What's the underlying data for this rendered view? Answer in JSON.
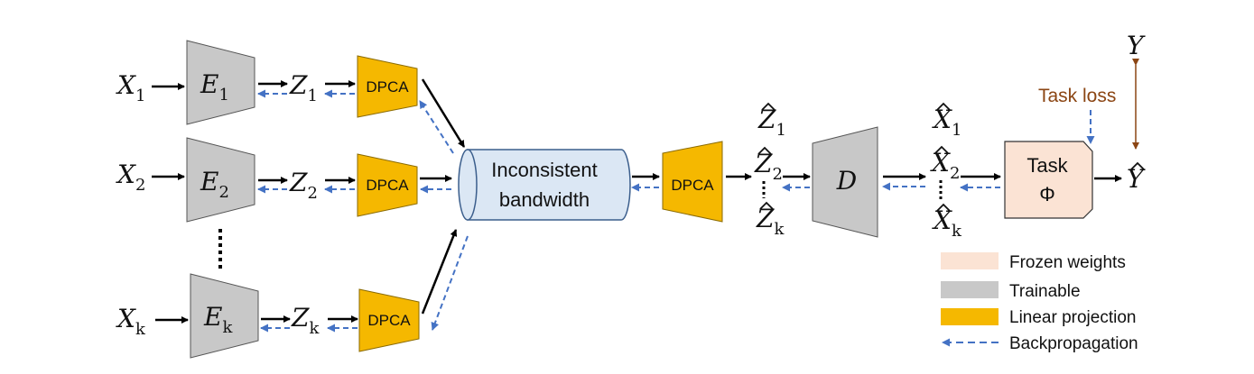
{
  "colors": {
    "encoder_fill": "#c8c8c8",
    "dpca_fill": "#f5b800",
    "channel_fill": "#dbe7f4",
    "channel_stroke": "#3b5e8c",
    "task_fill": "#fbe3d4",
    "backprop": "#4472c4",
    "taskloss": "#8b4513"
  },
  "inputs": [
    {
      "var": "X",
      "sub": "1"
    },
    {
      "var": "X",
      "sub": "2"
    },
    {
      "var": "X",
      "sub": "k"
    }
  ],
  "encoders": [
    {
      "var": "E",
      "sub": "1"
    },
    {
      "var": "E",
      "sub": "2"
    },
    {
      "var": "E",
      "sub": "k"
    }
  ],
  "latents": [
    {
      "var": "Z",
      "sub": "1"
    },
    {
      "var": "Z",
      "sub": "2"
    },
    {
      "var": "Z",
      "sub": "k"
    }
  ],
  "dpca_label": "DPCA",
  "channel": {
    "line1": "Inconsistent",
    "line2": "bandwidth"
  },
  "recovered_latents": [
    {
      "var": "Z",
      "sub": "1"
    },
    {
      "var": "Z",
      "sub": "2"
    },
    {
      "var": "Z",
      "sub": "k"
    }
  ],
  "decoder": {
    "var": "D"
  },
  "reconstructions": [
    {
      "var": "X",
      "sub": "1"
    },
    {
      "var": "X",
      "sub": "2"
    },
    {
      "var": "X",
      "sub": "k"
    }
  ],
  "task": {
    "line1": "Task",
    "line2": "Φ"
  },
  "target": {
    "var": "Y"
  },
  "prediction": {
    "var": "Y"
  },
  "task_loss": "Task loss",
  "legend": [
    {
      "label": "Frozen weights",
      "kind": "frozen"
    },
    {
      "label": "Trainable",
      "kind": "trainable"
    },
    {
      "label": "Linear projection",
      "kind": "linear"
    },
    {
      "label": "Backpropagation",
      "kind": "backprop"
    }
  ]
}
